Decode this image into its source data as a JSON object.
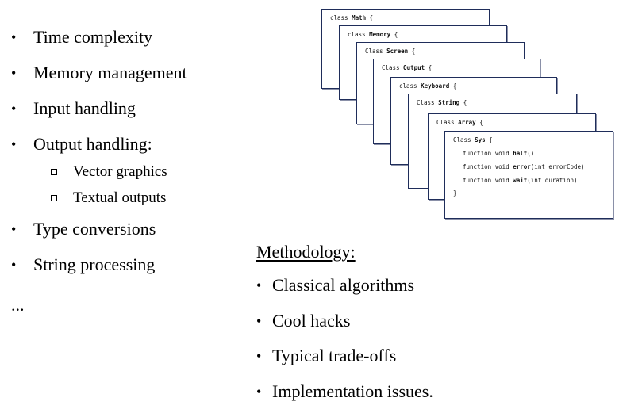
{
  "bullets": [
    {
      "text": "Time complexity"
    },
    {
      "text": "Memory management"
    },
    {
      "text": "Input handling"
    },
    {
      "text": "Output handling:"
    }
  ],
  "sub_bullets": [
    {
      "text": "Vector graphics"
    },
    {
      "text": "Textual outputs"
    }
  ],
  "bullets_after": [
    {
      "text": "Type conversions"
    },
    {
      "text": "String processing"
    }
  ],
  "ellipsis": "...",
  "methodology": {
    "heading": "Methodology:",
    "items": [
      "Classical algorithms",
      "Cool hacks",
      "Typical trade-offs",
      "Implementation issues."
    ]
  },
  "code_cards": [
    {
      "keyword": "class",
      "name": "Math",
      "brace": "{"
    },
    {
      "keyword": "class",
      "name": "Memory",
      "brace": "{"
    },
    {
      "keyword": "Class",
      "name": "Screen",
      "brace": "{"
    },
    {
      "keyword": "Class",
      "name": "Output",
      "brace": "{"
    },
    {
      "keyword": "class",
      "name": "Keyboard",
      "brace": "{"
    },
    {
      "keyword": "Class",
      "name": "String",
      "brace": "{"
    },
    {
      "keyword": "Class",
      "name": "Array",
      "brace": "{"
    }
  ],
  "sys_card": {
    "keyword": "Class",
    "name": "Sys",
    "open_brace": "{",
    "lines": [
      {
        "prefix": "function void ",
        "name": "halt",
        "suffix": "():"
      },
      {
        "prefix": "function void ",
        "name": "error",
        "suffix": "(int errorCode)"
      },
      {
        "prefix": "function void ",
        "name": "wait",
        "suffix": "(int duration)"
      }
    ],
    "close_brace": "}"
  }
}
